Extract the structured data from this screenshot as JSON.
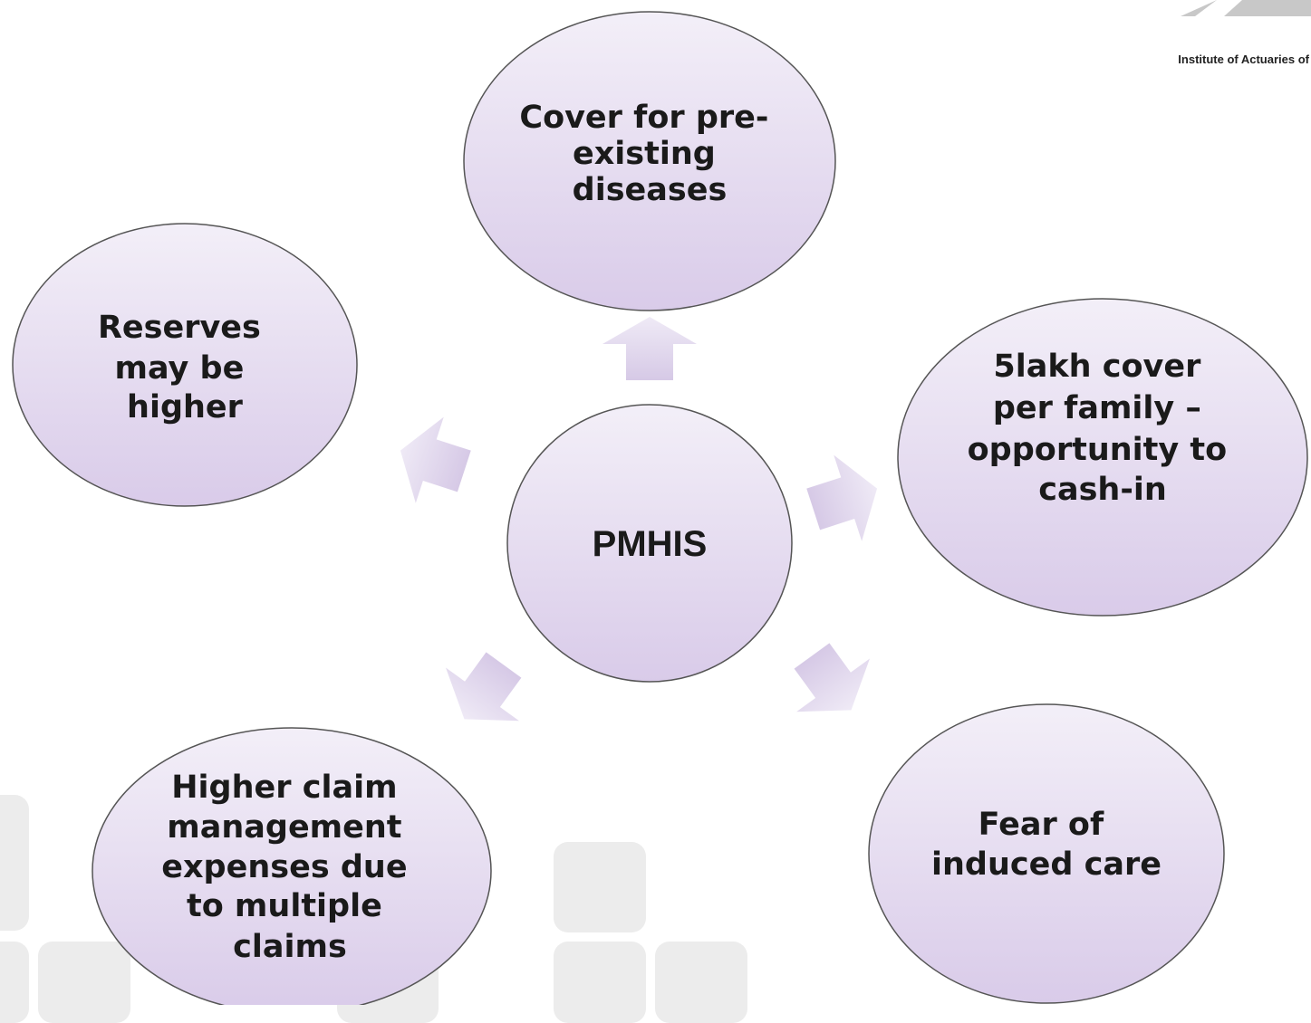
{
  "header": {
    "org_name": "Institute of Actuaries of"
  },
  "diagram": {
    "center": {
      "label": "PMHIS"
    },
    "nodes": [
      {
        "id": "top",
        "lines": [
          "Cover for pre-",
          "existing",
          "diseases"
        ]
      },
      {
        "id": "right",
        "lines": [
          "5lakh cover",
          "per family –",
          "opportunity to",
          "cash-in"
        ]
      },
      {
        "id": "bottom-right",
        "lines": [
          "Fear of",
          "induced care"
        ]
      },
      {
        "id": "bottom-left",
        "lines": [
          "Higher claim",
          "management",
          "expenses due",
          "to multiple",
          "claims"
        ]
      },
      {
        "id": "left",
        "lines": [
          "Reserves",
          "may be",
          "higher"
        ]
      }
    ]
  },
  "colors": {
    "bubble_top": "#f3eff8",
    "bubble_bottom": "#d9cbe9",
    "bubble_stroke": "#555555",
    "arrow_top": "#efeaf6",
    "arrow_bottom": "#d6c9e6"
  }
}
